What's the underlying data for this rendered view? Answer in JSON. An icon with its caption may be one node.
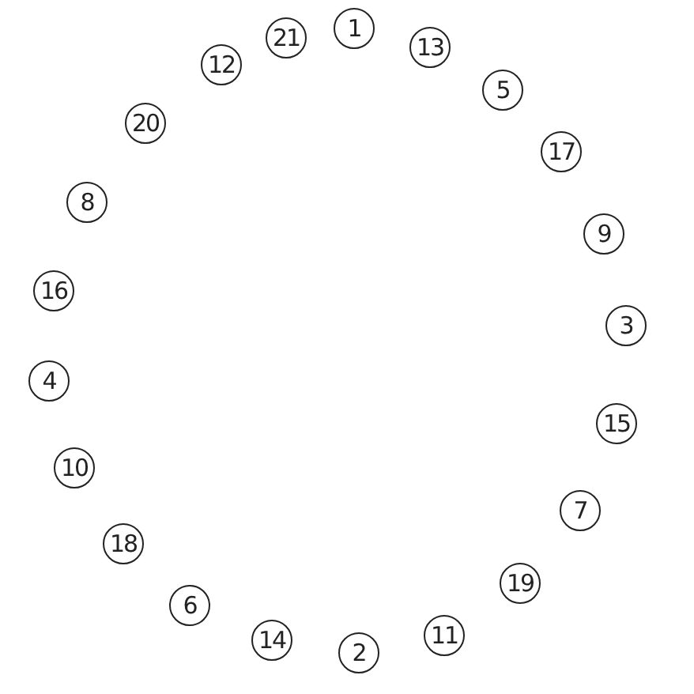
{
  "diagram": {
    "nodes": [
      {
        "text": [
          "1"
        ]
      },
      {
        "text": [
          "13"
        ]
      },
      {
        "text": [
          "5"
        ]
      },
      {
        "text": [
          "17"
        ]
      },
      {
        "text": [
          "9"
        ]
      },
      {
        "text": [
          "3"
        ]
      },
      {
        "text": [
          "15"
        ]
      },
      {
        "text": [
          "7"
        ]
      },
      {
        "text": [
          "19"
        ]
      },
      {
        "text": [
          "11"
        ]
      },
      {
        "text": [
          "2"
        ]
      },
      {
        "text": [
          "14"
        ]
      },
      {
        "text": [
          "6"
        ]
      },
      {
        "text": [
          "18"
        ]
      },
      {
        "text": [
          "10"
        ]
      },
      {
        "text": [
          "4"
        ]
      },
      {
        "text": [
          "16"
        ]
      },
      {
        "text": [
          "8"
        ]
      },
      {
        "text": [
          "20"
        ]
      },
      {
        "text": [
          "12"
        ]
      },
      {
        "text": [
          "21"
        ]
      }
    ],
    "edges": []
  }
}
